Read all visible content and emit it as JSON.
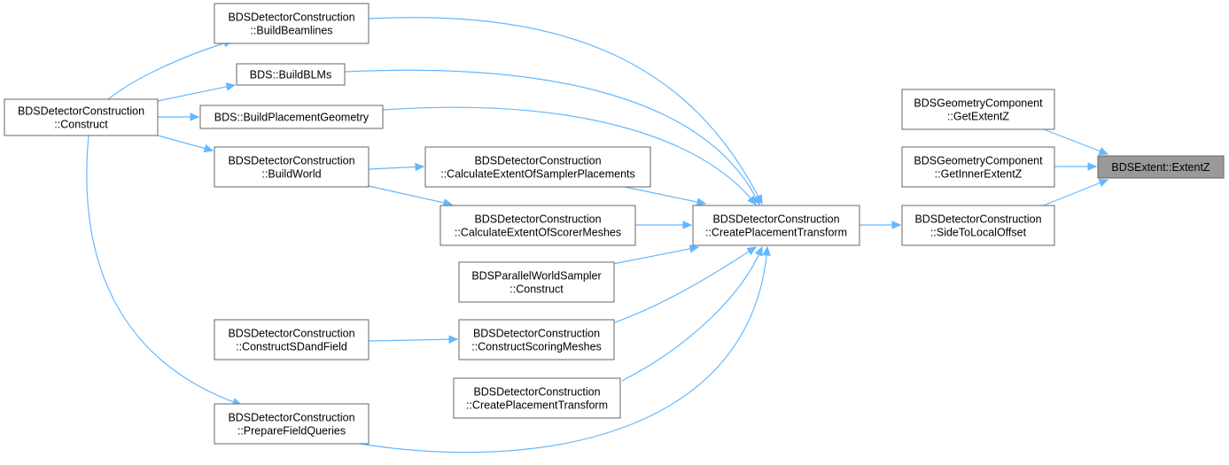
{
  "graph": {
    "type": "call-graph",
    "colors": {
      "edge": "#63b8ff",
      "box_border": "#666666",
      "highlight_fill": "#999999",
      "text": "#000000",
      "background": "#ffffff"
    },
    "nodes": [
      {
        "id": "bds-extent-extentz",
        "lines": [
          "BDSExtent::ExtentZ"
        ],
        "highlight": true
      },
      {
        "id": "geom-component-getextentz",
        "lines": [
          "BDSGeometryComponent",
          "::GetExtentZ"
        ]
      },
      {
        "id": "geom-component-getinnerextentz",
        "lines": [
          "BDSGeometryComponent",
          "::GetInnerExtentZ"
        ]
      },
      {
        "id": "detcon-sidetolocaloffset",
        "lines": [
          "BDSDetectorConstruction",
          "::SideToLocalOffset"
        ]
      },
      {
        "id": "detcon-createplacementtransform-main",
        "lines": [
          "BDSDetectorConstruction",
          "::CreatePlacementTransform"
        ]
      },
      {
        "id": "detcon-calculateextentofsamplerplacements",
        "lines": [
          "BDSDetectorConstruction",
          "::CalculateExtentOfSamplerPlacements"
        ]
      },
      {
        "id": "detcon-calculateextentofscorermeshes",
        "lines": [
          "BDSDetectorConstruction",
          "::CalculateExtentOfScorerMeshes"
        ]
      },
      {
        "id": "parallelworldsampler-construct",
        "lines": [
          "BDSParallelWorldSampler",
          "::Construct"
        ]
      },
      {
        "id": "detcon-constructscoringmeshes",
        "lines": [
          "BDSDetectorConstruction",
          "::ConstructScoringMeshes"
        ]
      },
      {
        "id": "detcon-createplacementtransform-2",
        "lines": [
          "BDSDetectorConstruction",
          "::CreatePlacementTransform"
        ]
      },
      {
        "id": "detcon-buildbeamlines",
        "lines": [
          "BDSDetectorConstruction",
          "::BuildBeamlines"
        ]
      },
      {
        "id": "bds-buildblms",
        "lines": [
          "BDS::BuildBLMs"
        ]
      },
      {
        "id": "bds-buildplacementgeometry",
        "lines": [
          "BDS::BuildPlacementGeometry"
        ]
      },
      {
        "id": "detcon-buildworld",
        "lines": [
          "BDSDetectorConstruction",
          "::BuildWorld"
        ]
      },
      {
        "id": "detcon-constructsdandfield",
        "lines": [
          "BDSDetectorConstruction",
          "::ConstructSDandField"
        ]
      },
      {
        "id": "detcon-preparefieldqueries",
        "lines": [
          "BDSDetectorConstruction",
          "::PrepareFieldQueries"
        ]
      },
      {
        "id": "detcon-construct",
        "lines": [
          "BDSDetectorConstruction",
          "::Construct"
        ]
      }
    ],
    "edges": [
      {
        "from": "geom-component-getextentz",
        "to": "bds-extent-extentz"
      },
      {
        "from": "geom-component-getinnerextentz",
        "to": "bds-extent-extentz"
      },
      {
        "from": "detcon-sidetolocaloffset",
        "to": "bds-extent-extentz"
      },
      {
        "from": "detcon-createplacementtransform-main",
        "to": "detcon-sidetolocaloffset"
      },
      {
        "from": "detcon-buildbeamlines",
        "to": "detcon-createplacementtransform-main"
      },
      {
        "from": "bds-buildblms",
        "to": "detcon-createplacementtransform-main"
      },
      {
        "from": "bds-buildplacementgeometry",
        "to": "detcon-createplacementtransform-main"
      },
      {
        "from": "detcon-calculateextentofsamplerplacements",
        "to": "detcon-createplacementtransform-main"
      },
      {
        "from": "detcon-calculateextentofscorermeshes",
        "to": "detcon-createplacementtransform-main"
      },
      {
        "from": "parallelworldsampler-construct",
        "to": "detcon-createplacementtransform-main"
      },
      {
        "from": "detcon-constructscoringmeshes",
        "to": "detcon-createplacementtransform-main"
      },
      {
        "from": "detcon-createplacementtransform-2",
        "to": "detcon-createplacementtransform-main"
      },
      {
        "from": "detcon-preparefieldqueries",
        "to": "detcon-createplacementtransform-main"
      },
      {
        "from": "detcon-buildworld",
        "to": "detcon-calculateextentofsamplerplacements"
      },
      {
        "from": "detcon-buildworld",
        "to": "detcon-calculateextentofscorermeshes"
      },
      {
        "from": "detcon-constructsdandfield",
        "to": "detcon-constructscoringmeshes"
      },
      {
        "from": "detcon-construct",
        "to": "detcon-buildbeamlines"
      },
      {
        "from": "detcon-construct",
        "to": "bds-buildblms"
      },
      {
        "from": "detcon-construct",
        "to": "bds-buildplacementgeometry"
      },
      {
        "from": "detcon-construct",
        "to": "detcon-buildworld"
      },
      {
        "from": "detcon-construct",
        "to": "detcon-preparefieldqueries"
      }
    ]
  }
}
